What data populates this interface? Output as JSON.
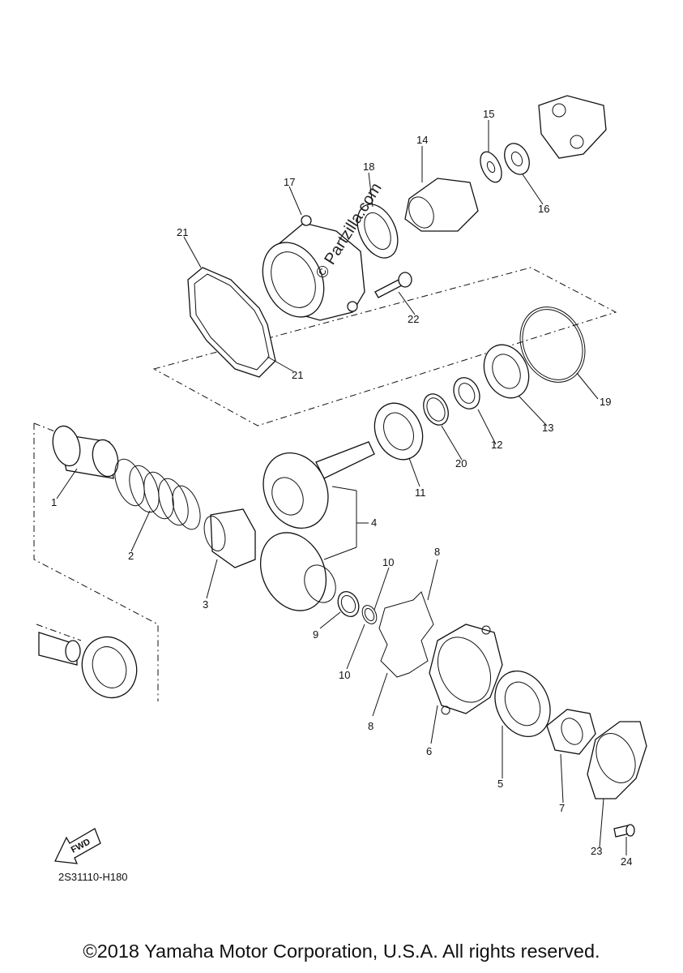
{
  "diagram": {
    "callouts": [
      "1",
      "2",
      "3",
      "4",
      "5",
      "6",
      "7",
      "8",
      "8",
      "9",
      "10",
      "10",
      "11",
      "12",
      "13",
      "14",
      "15",
      "16",
      "17",
      "18",
      "19",
      "20",
      "21",
      "21",
      "22",
      "23",
      "24"
    ],
    "watermark": "© Partzilla.com",
    "fwd_label": "FWD",
    "code": "2S31110-H180"
  },
  "footer": {
    "copyright": "©2018 Yamaha Motor Corporation, U.S.A. All rights reserved."
  }
}
